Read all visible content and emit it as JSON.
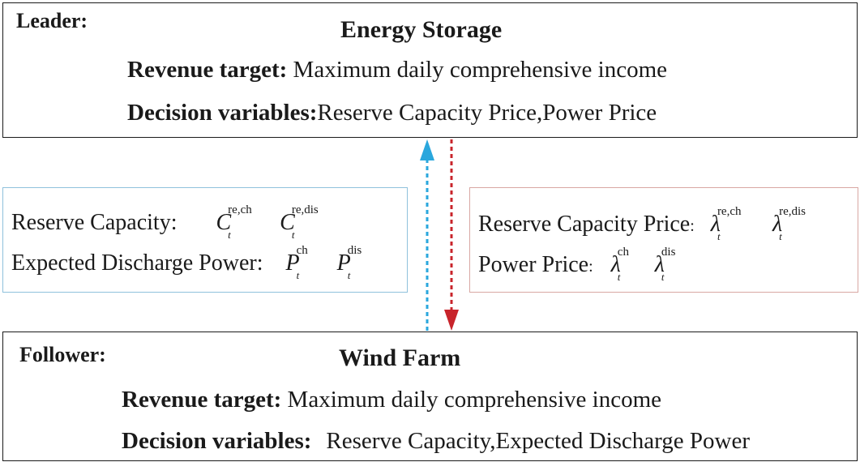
{
  "leader": {
    "role_label": "Leader:",
    "entity_name": "Energy Storage",
    "revenue_label": "Revenue target:",
    "revenue_text": " Maximum daily comprehensive income",
    "decision_label": "Decision variables:",
    "decision_text": "Reserve Capacity Price,Power Price"
  },
  "follower": {
    "role_label": "Follower:",
    "entity_name": "Wind Farm",
    "revenue_label": "Revenue target:",
    "revenue_text": " Maximum daily comprehensive income",
    "decision_label": "Decision variables:",
    "decision_text": "Reserve Capacity,Expected Discharge Power"
  },
  "follower_to_leader": {
    "reserve_capacity_label": "Reserve Capacity:",
    "reserve_capacity_symbols": [
      {
        "base": "C",
        "sup": "re,ch",
        "sub": "t"
      },
      {
        "base": "C",
        "sup": "re,dis",
        "sub": "t"
      }
    ],
    "discharge_label": "Expected Discharge Power:",
    "discharge_symbols": [
      {
        "base": "P",
        "sup": "ch",
        "sub": "t"
      },
      {
        "base": "P",
        "sup": "dis",
        "sub": "t"
      }
    ]
  },
  "leader_to_follower": {
    "reserve_price_label": "Reserve Capacity Price",
    "reserve_price_colon": ":",
    "reserve_price_symbols": [
      {
        "base": "λ",
        "sup": "re,ch",
        "sub": "t"
      },
      {
        "base": "λ",
        "sup": "re,dis",
        "sub": "t"
      }
    ],
    "power_price_label": "Power Price",
    "power_price_colon": ":",
    "power_price_symbols": [
      {
        "base": "λ",
        "sup": "ch",
        "sub": "t"
      },
      {
        "base": "λ",
        "sup": "dis",
        "sub": "t"
      }
    ]
  },
  "colors": {
    "upward_arrow": "#2aa7dd",
    "downward_arrow": "#c8242b",
    "left_box_border": "#8fc1dc",
    "right_box_border": "#d8a7a3",
    "text": "#1a1a1a"
  }
}
